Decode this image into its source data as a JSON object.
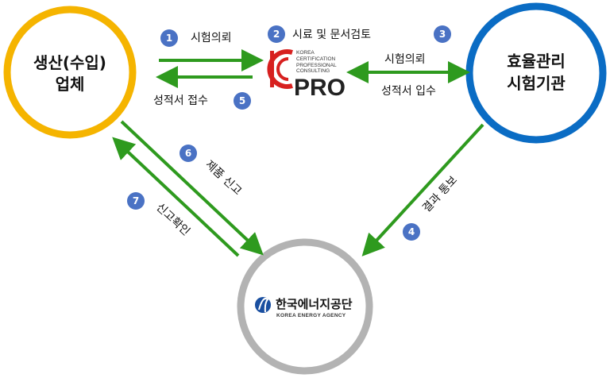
{
  "nodes": {
    "producer": {
      "line1": "생산(수입)",
      "line2": "업체"
    },
    "lab": {
      "line1": "효율관리",
      "line2": "시험기관"
    }
  },
  "logos": {
    "kc": {
      "line1": "KOREA",
      "line2": "CERTIFICATION",
      "line3": "PROFESSIONAL",
      "line4": "CONSULTING",
      "mark": "PRO"
    },
    "kea": {
      "name_ko": "한국에너지공단",
      "name_en": "KOREA ENERGY AGENCY"
    }
  },
  "steps": [
    {
      "num": "1",
      "label": "시험의뢰"
    },
    {
      "num": "2",
      "label": "시료 및 문서검토"
    },
    {
      "num": "3",
      "label": "시험의뢰"
    },
    {
      "num": "4",
      "label": "결과 통보"
    },
    {
      "num": "5",
      "label": "성적서 접수"
    },
    {
      "num": "6",
      "label": "제품 신고"
    },
    {
      "num": "7",
      "label": "신고확인"
    }
  ],
  "extra_labels": {
    "report_receipt": "성적서 입수"
  },
  "colors": {
    "producer_ring": "#F5B400",
    "lab_ring": "#0A6CC4",
    "agency_ring": "#B3B3B3",
    "arrow": "#2E9A1E",
    "badge": "#4A72C4",
    "kc_red": "#D7201F"
  }
}
